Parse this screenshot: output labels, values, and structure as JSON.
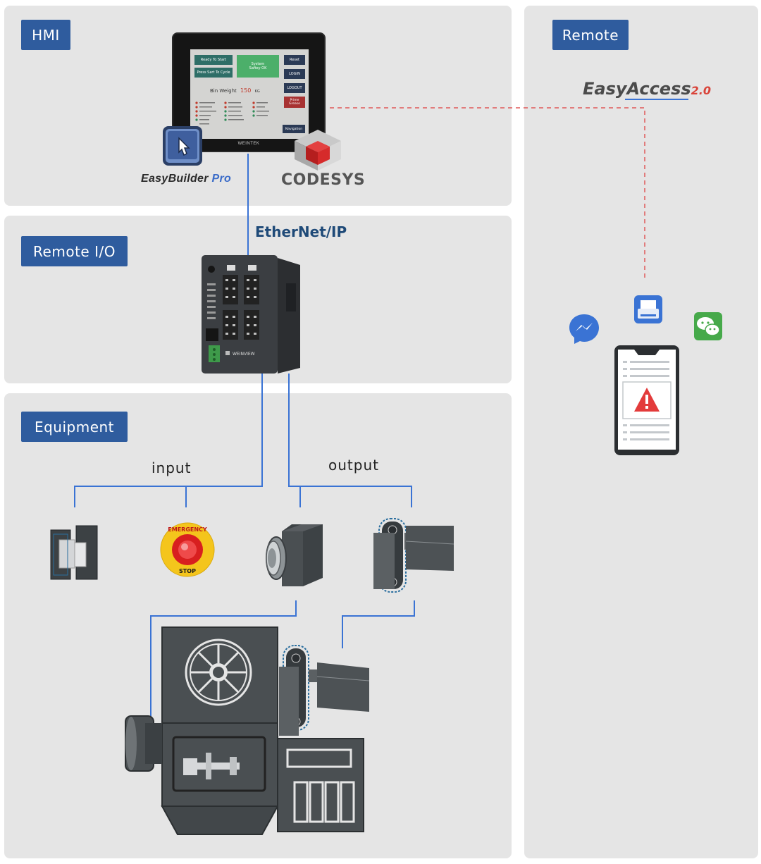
{
  "sections": {
    "hmi": {
      "label": "HMI"
    },
    "remote_io": {
      "label": "Remote I/O"
    },
    "equipment": {
      "label": "Equipment"
    },
    "remote": {
      "label": "Remote"
    }
  },
  "hmi_screen": {
    "buttons": {
      "ready": "Ready To Start",
      "press": "Press Sart To Cycle",
      "system": "System",
      "status": "Saftey OK",
      "reset": "Reset",
      "login": "LOGIN",
      "logout": "LOGOUT",
      "prime": "Prime",
      "grease": "Grease",
      "navigation": "Navigation"
    },
    "bin_weight_label": "Bin Weight",
    "bin_weight_value": "150",
    "bin_weight_unit": "KG",
    "brand": "WEINTEK"
  },
  "logos": {
    "easybuilder_main": "EasyBuilder",
    "easybuilder_accent": "Pro",
    "codesys": "CODESYS",
    "ethernetip": "EtherNet/IP",
    "easyaccess_main": "EasyAccess",
    "easyaccess_version": "2.0",
    "weinview": "WEINVIEW"
  },
  "io": {
    "input_label": "input",
    "output_label": "output"
  },
  "estop": {
    "top_text": "EMERGENCY",
    "bottom_text": "STOP"
  },
  "colors": {
    "panel": "#e5e5e5",
    "tag": "#2f5c9e",
    "wire": "#3a73d4",
    "dashed": "#e05a5a",
    "machine": "#4a4f52"
  }
}
